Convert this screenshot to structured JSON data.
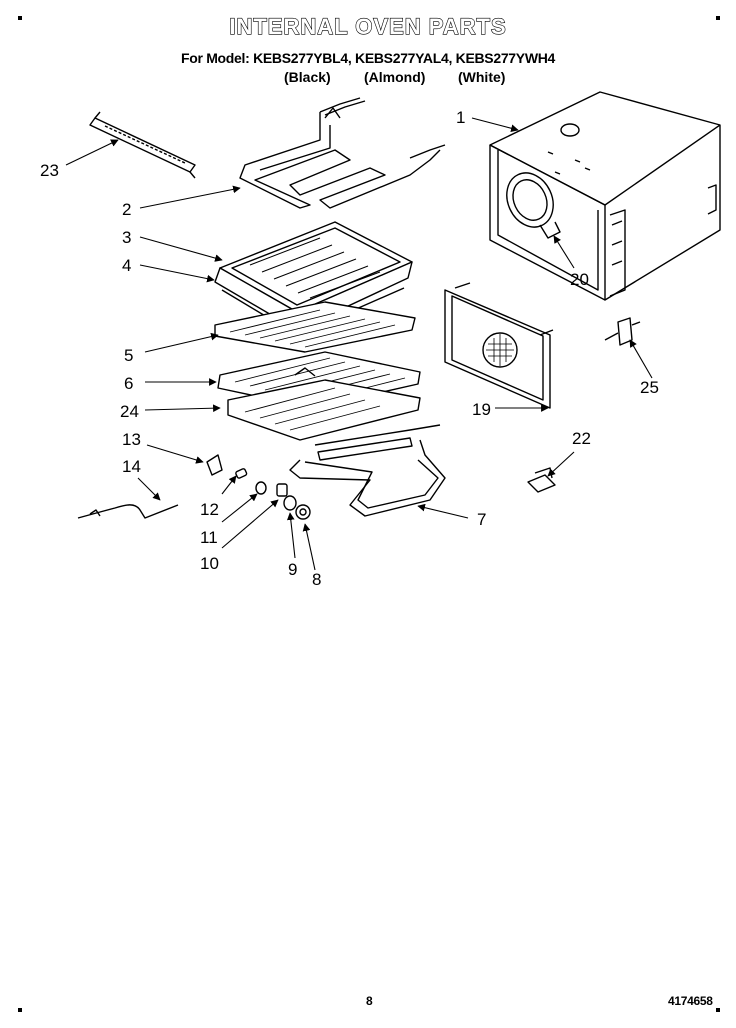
{
  "header": {
    "title": "INTERNAL OVEN PARTS",
    "models_line": "For Model: KEBS277YBL4, KEBS277YAL4, KEBS277YWH4",
    "variants": [
      "(Black)",
      "(Almond)",
      "(White)"
    ]
  },
  "callouts": [
    "1",
    "2",
    "3",
    "4",
    "5",
    "6",
    "7",
    "8",
    "9",
    "10",
    "11",
    "12",
    "13",
    "14",
    "19",
    "20",
    "22",
    "23",
    "24",
    "25"
  ],
  "footer": {
    "page_number": "8",
    "document_number": "4174658"
  }
}
